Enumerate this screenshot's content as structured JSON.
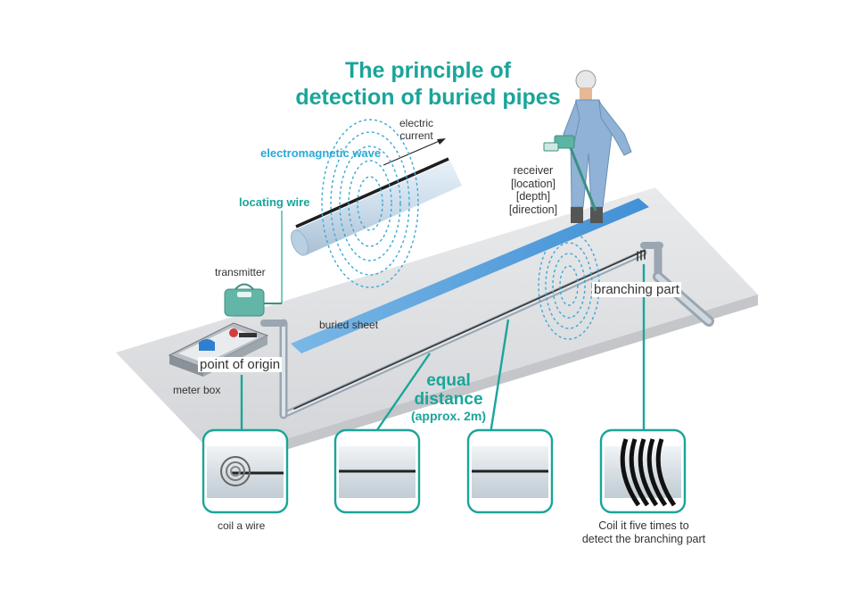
{
  "title": {
    "line1": "The principle of",
    "line2": "detection of buried pipes"
  },
  "labels": {
    "electric_current_1": "electric",
    "electric_current_2": "current",
    "electromagnetic_wave": "electromagnetic wave",
    "locating_wire": "locating wire",
    "receiver": "receiver",
    "receiver_location": "[location]",
    "receiver_depth": "[depth]",
    "receiver_direction": "[direction]",
    "transmitter": "transmitter",
    "buried_sheet": "buried sheet",
    "branching_part": "branching part",
    "point_of_origin": "point of origin",
    "meter_box": "meter box",
    "equal": "equal",
    "distance": "distance",
    "approx": "(approx. 2m)",
    "coil_a_wire": "coil a wire",
    "coil_five_1": "Coil it five times to",
    "coil_five_2": "detect the branching part"
  },
  "colors": {
    "teal": "#1aa59a",
    "blue": "#29a9d6",
    "sheet": "#3a8fd6",
    "ground": "#dcdde0",
    "pipe": "#c9d2dc"
  }
}
